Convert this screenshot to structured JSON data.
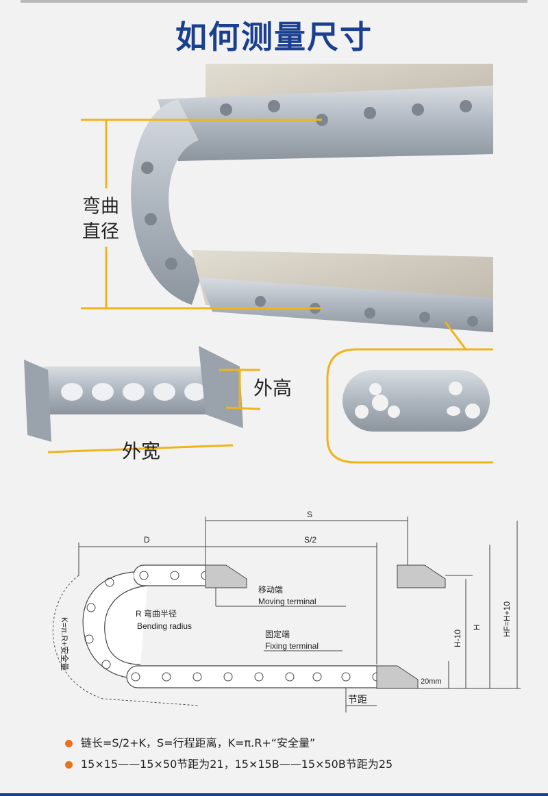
{
  "title": "如何测量尺寸",
  "labels": {
    "bend_diameter_line1": "弯曲",
    "bend_diameter_line2": "直径",
    "outer_height": "外高",
    "outer_width": "外宽"
  },
  "diagram": {
    "S": "S",
    "S_half": "S/2",
    "D": "D",
    "bending_cn": "R 弯曲半径",
    "bending_en": "Bending radius",
    "moving_cn": "移动端",
    "moving_en": "Moving terminal",
    "fixing_cn": "固定端",
    "fixing_en": "Fixing terminal",
    "pitch": "节距",
    "mm20": "20mm",
    "H": "H",
    "H10": "H-10",
    "HF": "HF=H+10",
    "K_label": "K=π.R+安全量"
  },
  "notes": [
    "链长=S/2+K，S=行程距离，K=π.R+“安全量”",
    "15×15——15×50节距为21，15×15B——15×50B节距为25"
  ],
  "colors": {
    "title": "#1b3f8f",
    "dimension_line": "#f0b418",
    "bullet": "#e8721c",
    "metal": "#b7bec6"
  }
}
